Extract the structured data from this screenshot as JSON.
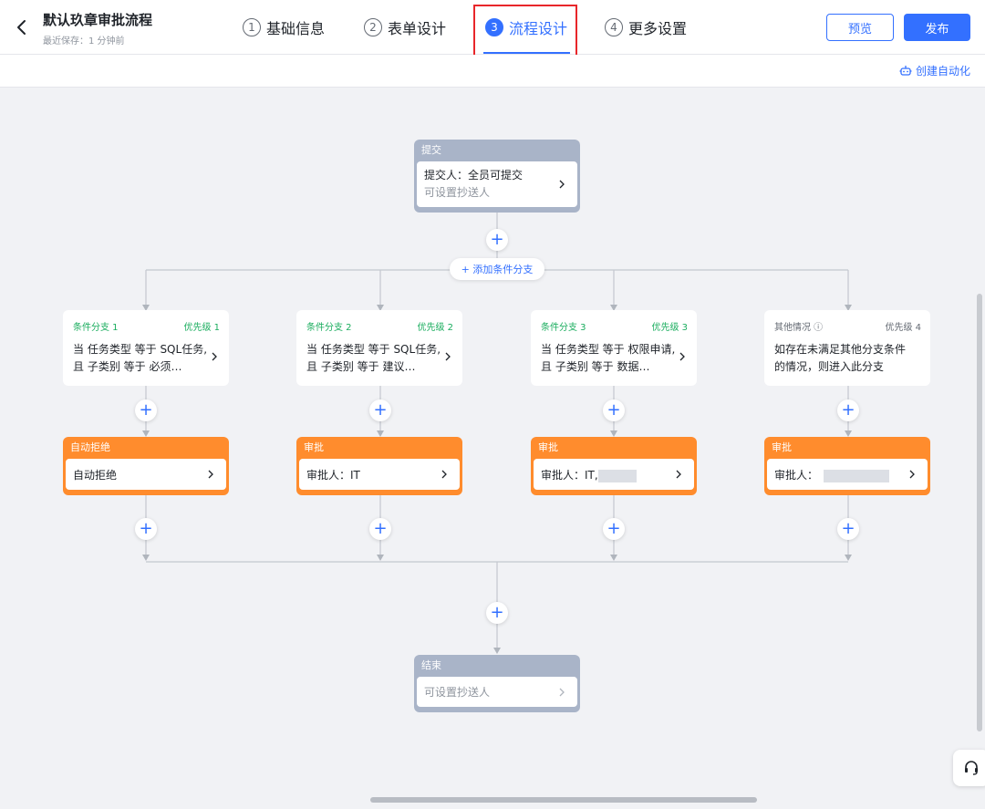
{
  "header": {
    "title": "默认玖章审批流程",
    "subtitle": "最近保存：1 分钟前",
    "steps": [
      {
        "num": "1",
        "label": "基础信息"
      },
      {
        "num": "2",
        "label": "表单设计"
      },
      {
        "num": "3",
        "label": "流程设计"
      },
      {
        "num": "4",
        "label": "更多设置"
      }
    ],
    "active_step": "3",
    "preview_label": "预览",
    "publish_label": "发布"
  },
  "toolbar": {
    "automation_label": "创建自动化"
  },
  "flow": {
    "submit": {
      "header": "提交",
      "line1": "提交人：全员可提交",
      "line2": "可设置抄送人"
    },
    "add_branch_label": "+ 添加条件分支",
    "branches": [
      {
        "name": "条件分支 1",
        "priority": "优先级 1",
        "condition": "当 任务类型 等于 SQL任务, 且 子类别 等于 必须…",
        "node_header": "自动拒绝",
        "node_body": "自动拒绝"
      },
      {
        "name": "条件分支 2",
        "priority": "优先级 2",
        "condition": "当 任务类型 等于 SQL任务, 且 子类别 等于 建议…",
        "node_header": "审批",
        "node_body": "审批人：IT"
      },
      {
        "name": "条件分支 3",
        "priority": "优先级 3",
        "condition": "当 任务类型 等于 权限申请, 且 子类别 等于 数据…",
        "node_header": "审批",
        "node_body": "审批人：IT,"
      },
      {
        "name": "其他情况 ⓘ",
        "priority": "优先级 4",
        "condition": "如存在未满足其他分支条件的情况，则进入此分支",
        "node_header": "审批",
        "node_body": "审批人："
      }
    ],
    "end": {
      "header": "结束",
      "line1": "可设置抄送人"
    }
  },
  "colors": {
    "accent": "#3370ff",
    "orange": "#ff8c2d",
    "gray_node": "#a9b4c8",
    "green": "#1aad5e",
    "highlight": "#e8262a"
  }
}
